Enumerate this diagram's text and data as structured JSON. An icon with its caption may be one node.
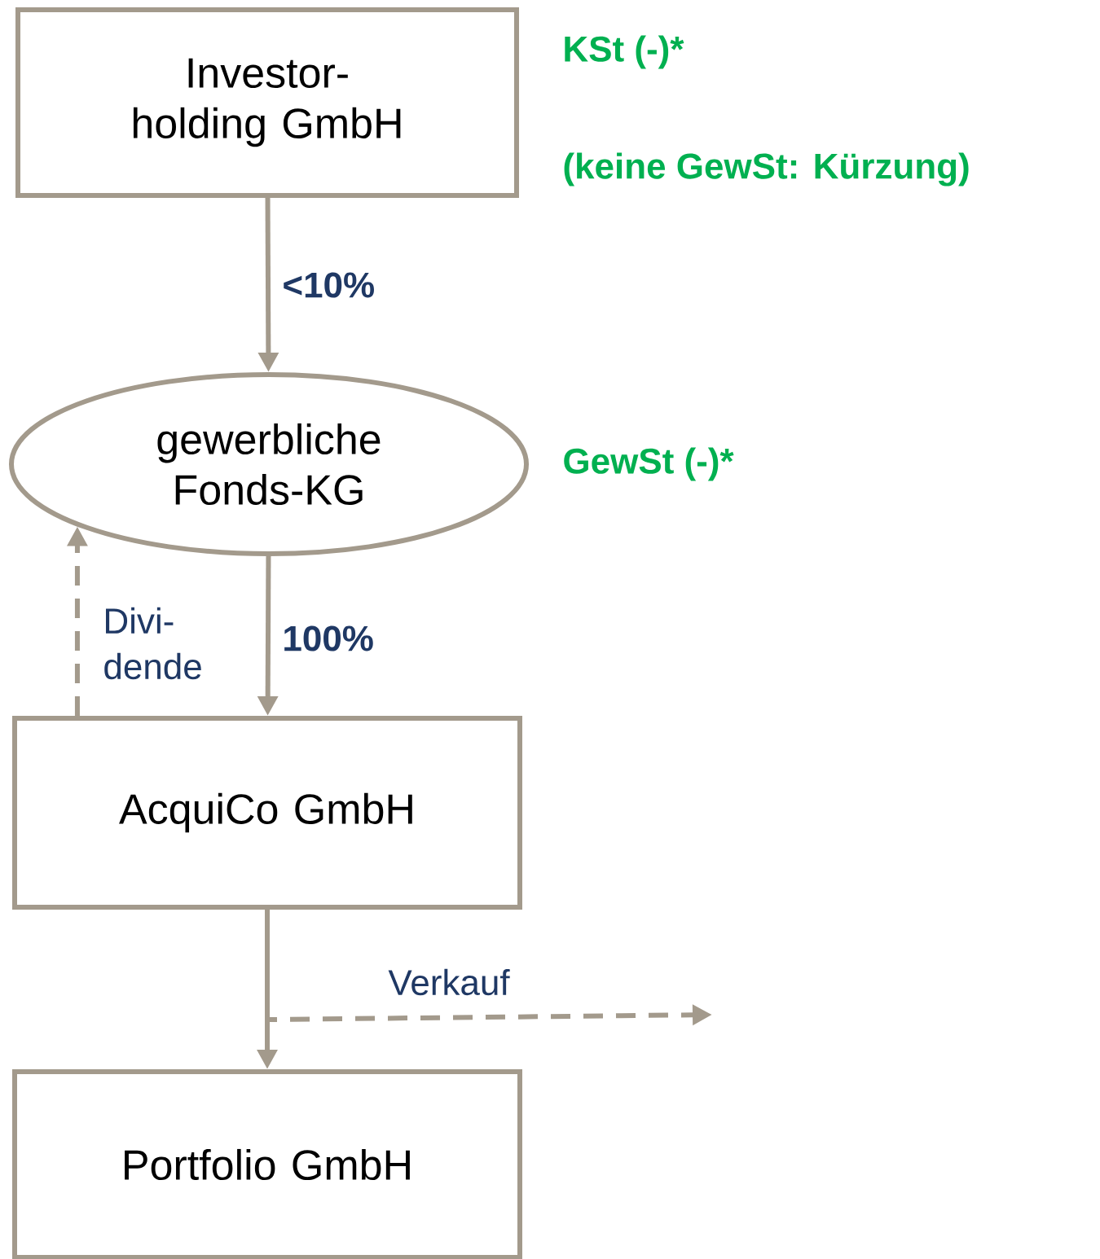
{
  "diagram": {
    "nodes": [
      {
        "text": [
          "Investor- holding GmbH"
        ],
        "beside": [
          "KSt (-)*",
          "(keine GewSt: Kürzung)"
        ]
      },
      {
        "text": [
          "gewerbliche Fonds-KG"
        ],
        "beside": [
          "GewSt (-)*"
        ]
      },
      {
        "text": [
          "AcquiCo GmbH"
        ]
      },
      {
        "text": [
          "Portfolio GmbH"
        ]
      }
    ],
    "edges": [
      {
        "from": 0,
        "to": 1,
        "arrow": "to",
        "label": "<10%"
      },
      {
        "from": 2,
        "to": 1,
        "arrow": "to",
        "style": "dashed",
        "label": "Divi- dende"
      },
      {
        "from": 1,
        "to": 2,
        "arrow": "to",
        "label": "100%"
      },
      {
        "from": 2,
        "to": 3,
        "arrow": "to"
      },
      {
        "from": 2,
        "to": null,
        "arrow": "to",
        "style": "dashed",
        "label": "Verkauf"
      }
    ]
  }
}
